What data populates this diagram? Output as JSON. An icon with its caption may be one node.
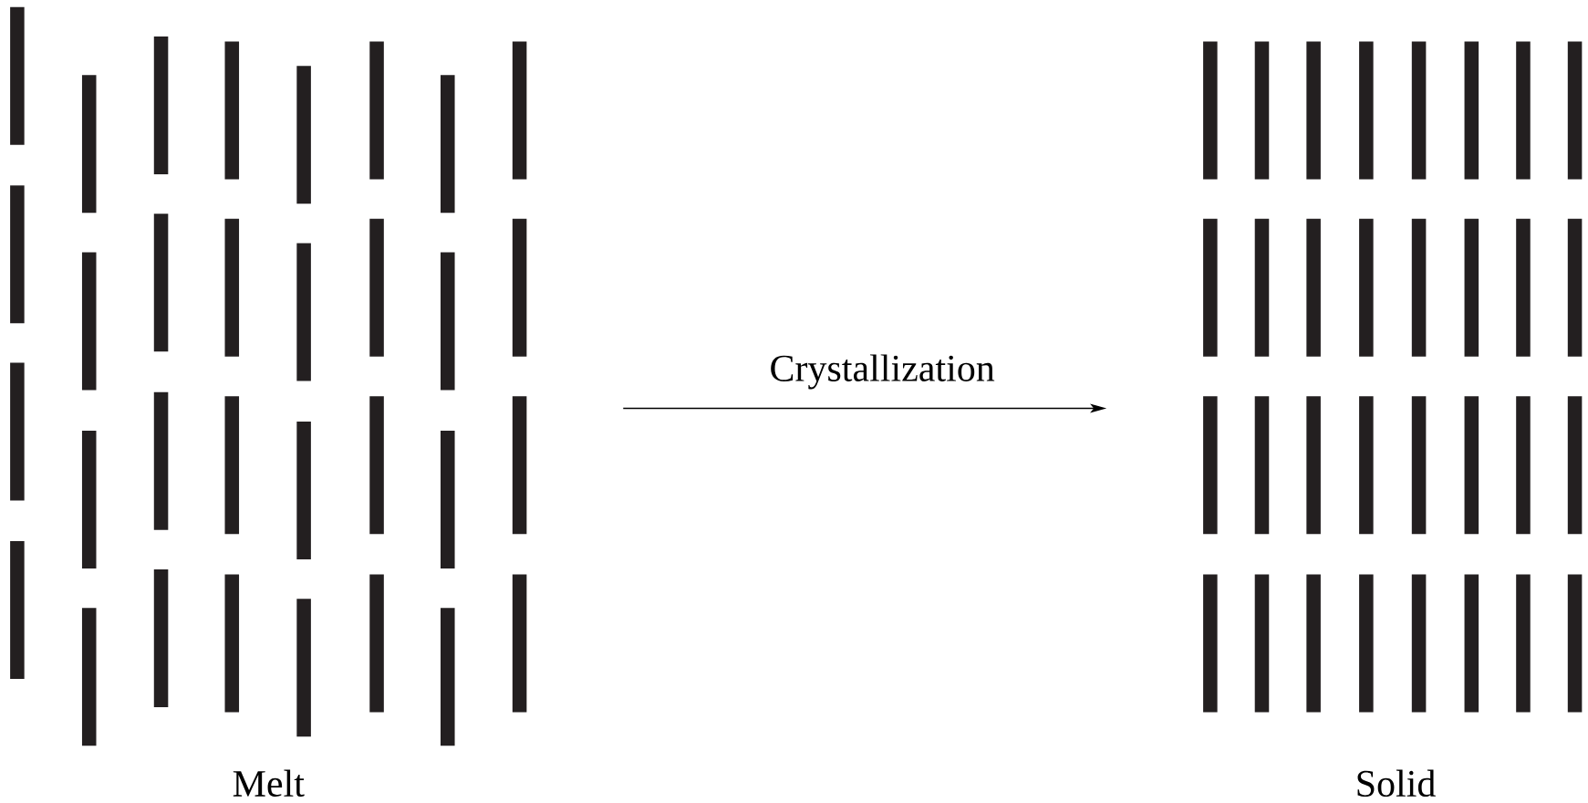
{
  "diagram": {
    "nodes": [
      {
        "text": [
          "Melt"
        ]
      },
      {
        "text": [
          "Solid"
        ]
      }
    ],
    "edges": [
      {
        "from": 0,
        "to": 1,
        "arrow": "to",
        "label": "Crystallization"
      }
    ]
  }
}
